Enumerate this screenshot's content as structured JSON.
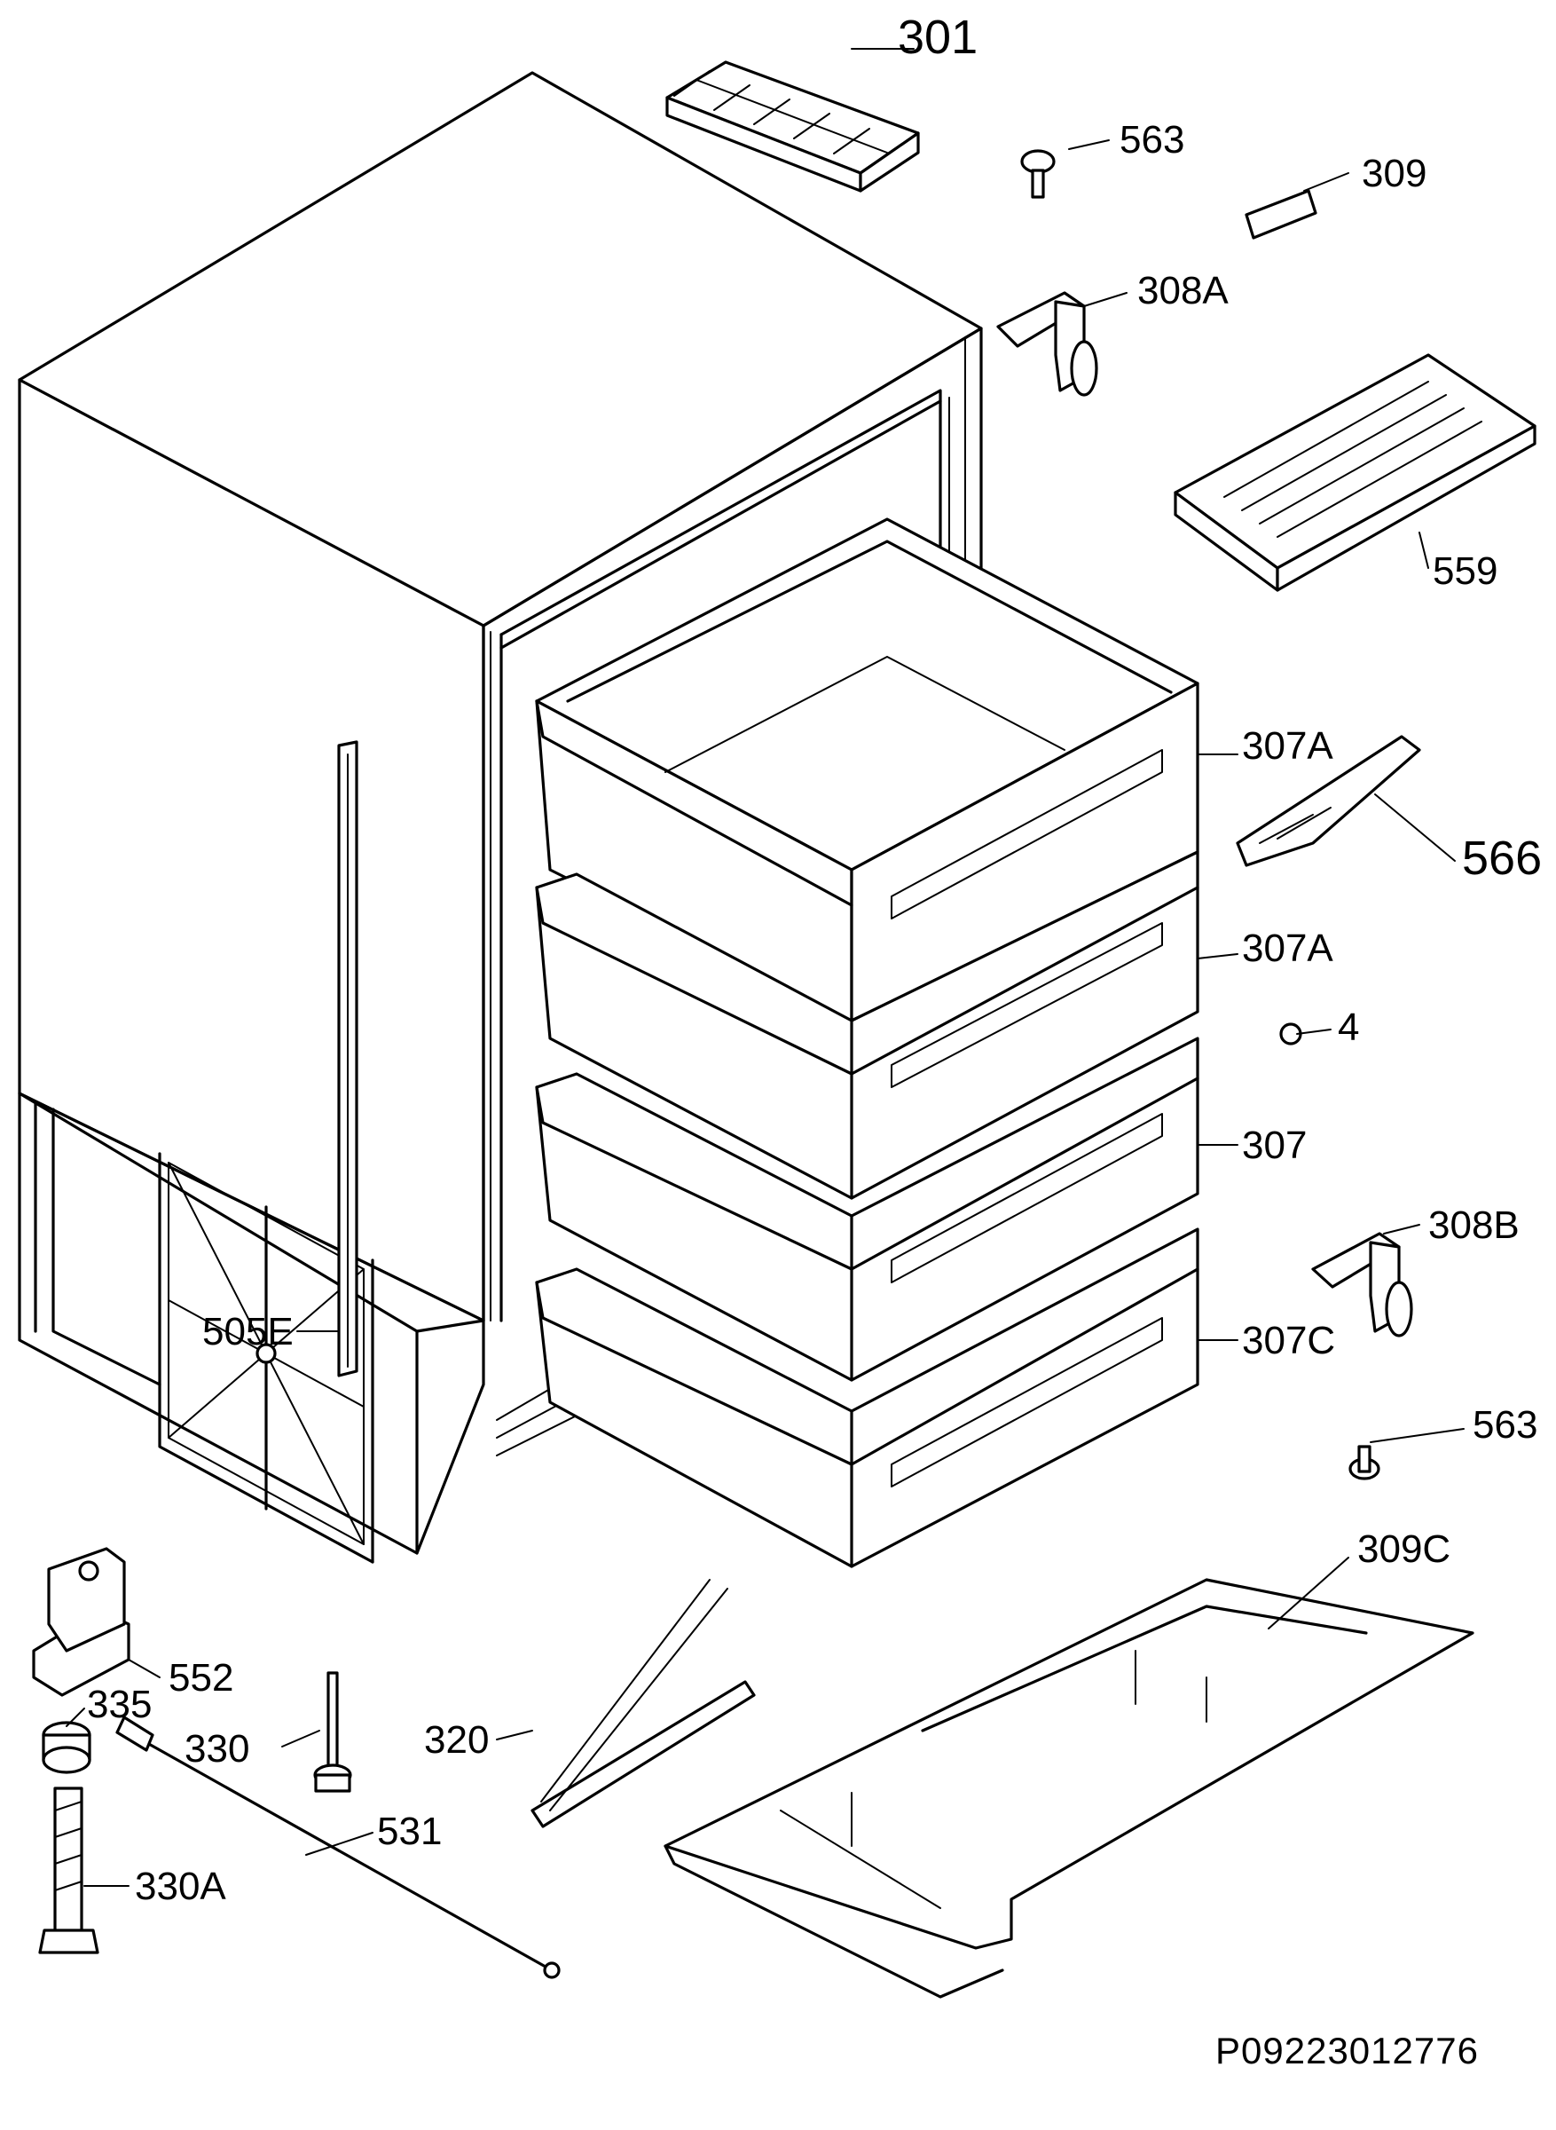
{
  "diagram": {
    "parts": [
      {
        "id": "p301",
        "label": "301",
        "name": "ice-cube-tray"
      },
      {
        "id": "p563a",
        "label": "563",
        "name": "screw-top"
      },
      {
        "id": "p309",
        "label": "309",
        "name": "label-plate"
      },
      {
        "id": "p308A",
        "label": "308A",
        "name": "door-hinge-upper"
      },
      {
        "id": "p559",
        "label": "559",
        "name": "freezer-tray"
      },
      {
        "id": "p307A1",
        "label": "307A",
        "name": "drawer-top"
      },
      {
        "id": "p566",
        "label": "566",
        "name": "ice-scraper"
      },
      {
        "id": "p307A2",
        "label": "307A",
        "name": "drawer-second"
      },
      {
        "id": "p4",
        "label": "4",
        "name": "washer"
      },
      {
        "id": "p307",
        "label": "307",
        "name": "drawer-third"
      },
      {
        "id": "p308B",
        "label": "308B",
        "name": "door-hinge-lower"
      },
      {
        "id": "p307C",
        "label": "307C",
        "name": "drawer-bottom"
      },
      {
        "id": "p563b",
        "label": "563",
        "name": "screw-bottom"
      },
      {
        "id": "p309C",
        "label": "309C",
        "name": "base-cover"
      },
      {
        "id": "p505E",
        "label": "505E",
        "name": "cabinet-seal-strip"
      },
      {
        "id": "p552",
        "label": "552",
        "name": "hinge-bracket"
      },
      {
        "id": "p335",
        "label": "335",
        "name": "adjuster-nut"
      },
      {
        "id": "p330",
        "label": "330",
        "name": "adjustable-foot"
      },
      {
        "id": "p320",
        "label": "320",
        "name": "kick-plate"
      },
      {
        "id": "p531",
        "label": "531",
        "name": "drain-rod"
      },
      {
        "id": "p330A",
        "label": "330A",
        "name": "foot-bolt"
      }
    ],
    "reference_code": "P09223012776"
  }
}
